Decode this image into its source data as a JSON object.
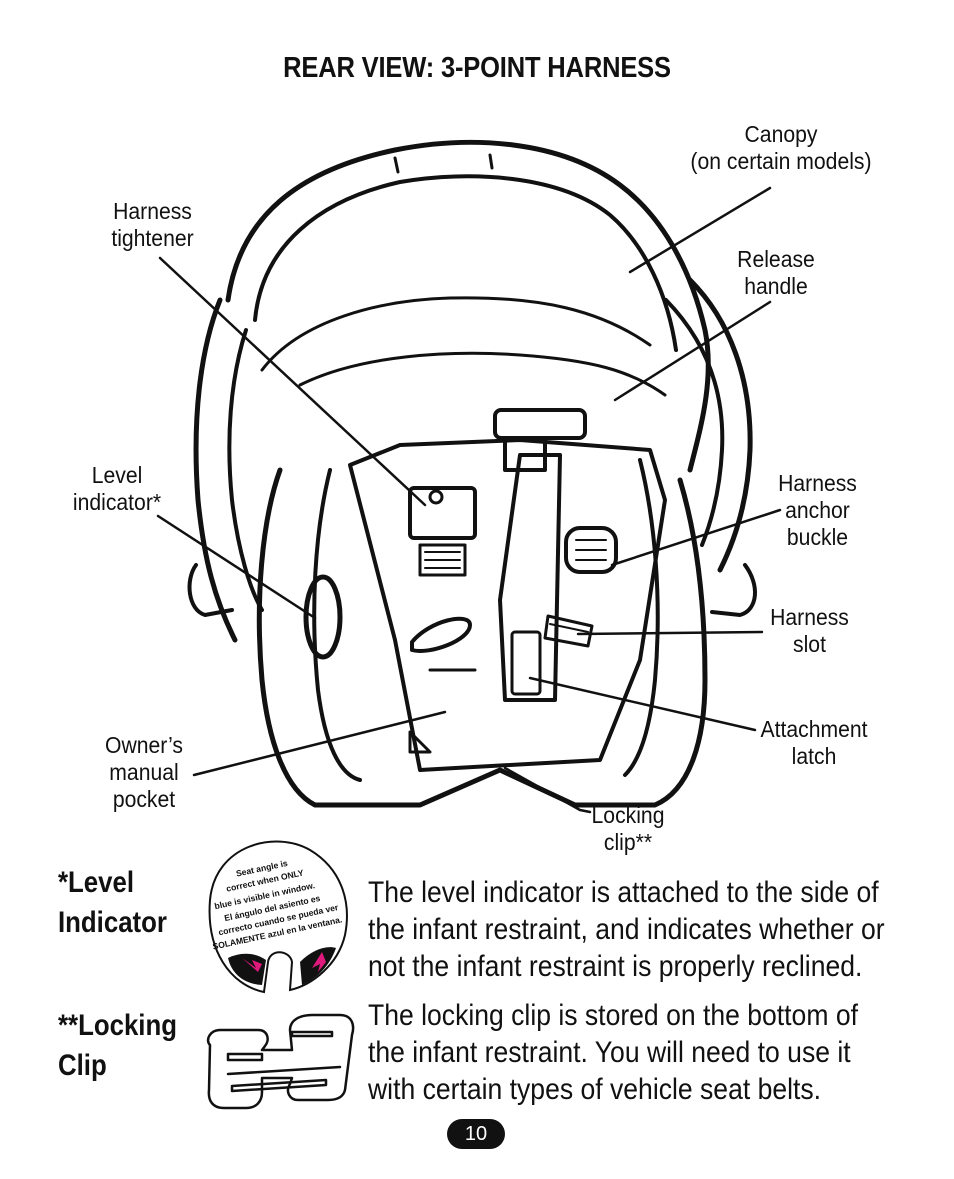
{
  "page": {
    "title": "REAR VIEW: 3-POINT HARNESS",
    "page_number": "10"
  },
  "callouts": {
    "canopy": "Canopy\n(on certain models)",
    "harness_tightener": "Harness\ntightener",
    "release_handle": "Release\nhandle",
    "level_indicator": "Level\nindicator*",
    "harness_anchor_buckle": "Harness\nanchor\nbuckle",
    "harness_slot": "Harness\nslot",
    "attachment_latch": "Attachment\nlatch",
    "owners_manual_pocket": "Owner’s\nmanual\npocket",
    "locking_clip": "Locking\nclip**"
  },
  "level_indicator_section": {
    "term": "*Level\n  Indicator",
    "description": "The level indicator is attached to the side of\nthe infant restraint, and indicates whether or\nnot the infant restraint is properly reclined.",
    "decal_lines": [
      "Seat angle is",
      "correct when ONLY",
      "blue is visible in window.",
      "El ángulo del asiento es",
      "correcto cuando se pueda ver",
      "SOLAMENTE azul en la ventana."
    ],
    "decal_arrow_color": "#e0197d"
  },
  "locking_clip_section": {
    "term": "**Locking\n    Clip",
    "description": "The locking clip is stored on the bottom of\nthe infant restraint. You will need to use it\nwith certain types of vehicle seat belts."
  }
}
